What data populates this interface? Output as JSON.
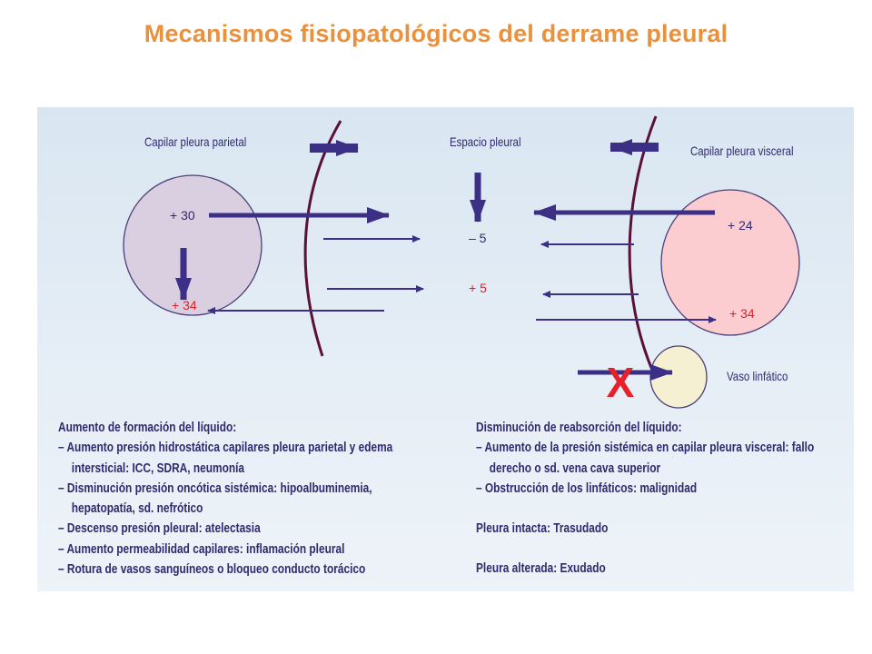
{
  "title": "Mecanismos fisiopatológicos del derrame pleural",
  "labels": {
    "parietal": "Capilar pleura parietal",
    "pleural_space": "Espacio pleural",
    "visceral": "Capilar pleura visceral",
    "lymphatic": "Vaso linfático"
  },
  "values": {
    "parietal_hydrostatic": "+ 30",
    "parietal_oncotic": "+ 34",
    "pleural_pressure": "– 5",
    "pleural_oncotic": "+ 5",
    "visceral_hydrostatic": "+ 24",
    "visceral_oncotic": "+ 34"
  },
  "blocked_mark": "X",
  "left_text": {
    "heading": "Aumento de formación del líquido:",
    "lines": [
      "– Aumento presión hidrostática capilares pleura parietal y edema",
      "intersticial: ICC, SDRA, neumonía",
      "– Disminución presión oncótica sistémica: hipoalbuminemia,",
      "hepatopatía, sd. nefrótico",
      "– Descenso presión pleural: atelectasia",
      "– Aumento permeabilidad capilares: inflamación pleural",
      "– Rotura de vasos sanguíneos o bloqueo conducto torácico"
    ]
  },
  "right_text": {
    "heading": "Disminución de reabsorción del líquido:",
    "lines": [
      "– Aumento de la presión sistémica en capilar pleura visceral: fallo",
      "derecho o sd. vena cava superior",
      "– Obstrucción de los linfáticos: malignidad"
    ],
    "intact": "Pleura intacta: Trasudado",
    "altered": "Pleura alterada: Exudado"
  },
  "colors": {
    "title": "#e9913d",
    "arrow": "#3b2f86",
    "membrane": "#5a1038",
    "parietal_fill": "#d9cfe0",
    "visceral_fill": "#fccdd0",
    "lymph_fill": "#f6f0d3",
    "blocked": "#e8202a"
  }
}
